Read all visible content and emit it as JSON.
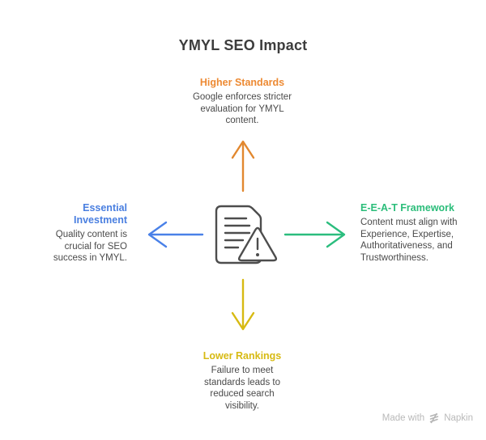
{
  "title": "YMYL SEO Impact",
  "nodes": {
    "top": {
      "heading": "Higher Standards",
      "body": "Google enforces stricter evaluation for YMYL content.",
      "color": "#ed8a33"
    },
    "right": {
      "heading": "E-E-A-T Framework",
      "body": "Content must align with Experience, Expertise, Authoritativeness, and Trustworthiness.",
      "color": "#2bbd7a"
    },
    "left": {
      "heading": "Essential Investment",
      "body": "Quality content is crucial for SEO success in YMYL.",
      "color": "#4a7fe0"
    },
    "bottom": {
      "heading": "Lower Rankings",
      "body": "Failure to meet standards leads to reduced search visibility.",
      "color": "#d7ba12"
    }
  },
  "arrows": {
    "up": {
      "color": "#e2882f"
    },
    "left": {
      "color": "#4a81e8"
    },
    "right": {
      "color": "#2bbd7e"
    },
    "down": {
      "color": "#d7ba12"
    }
  },
  "center_icon": "document-with-warning",
  "footer": {
    "made_with": "Made with",
    "brand": "Napkin"
  }
}
